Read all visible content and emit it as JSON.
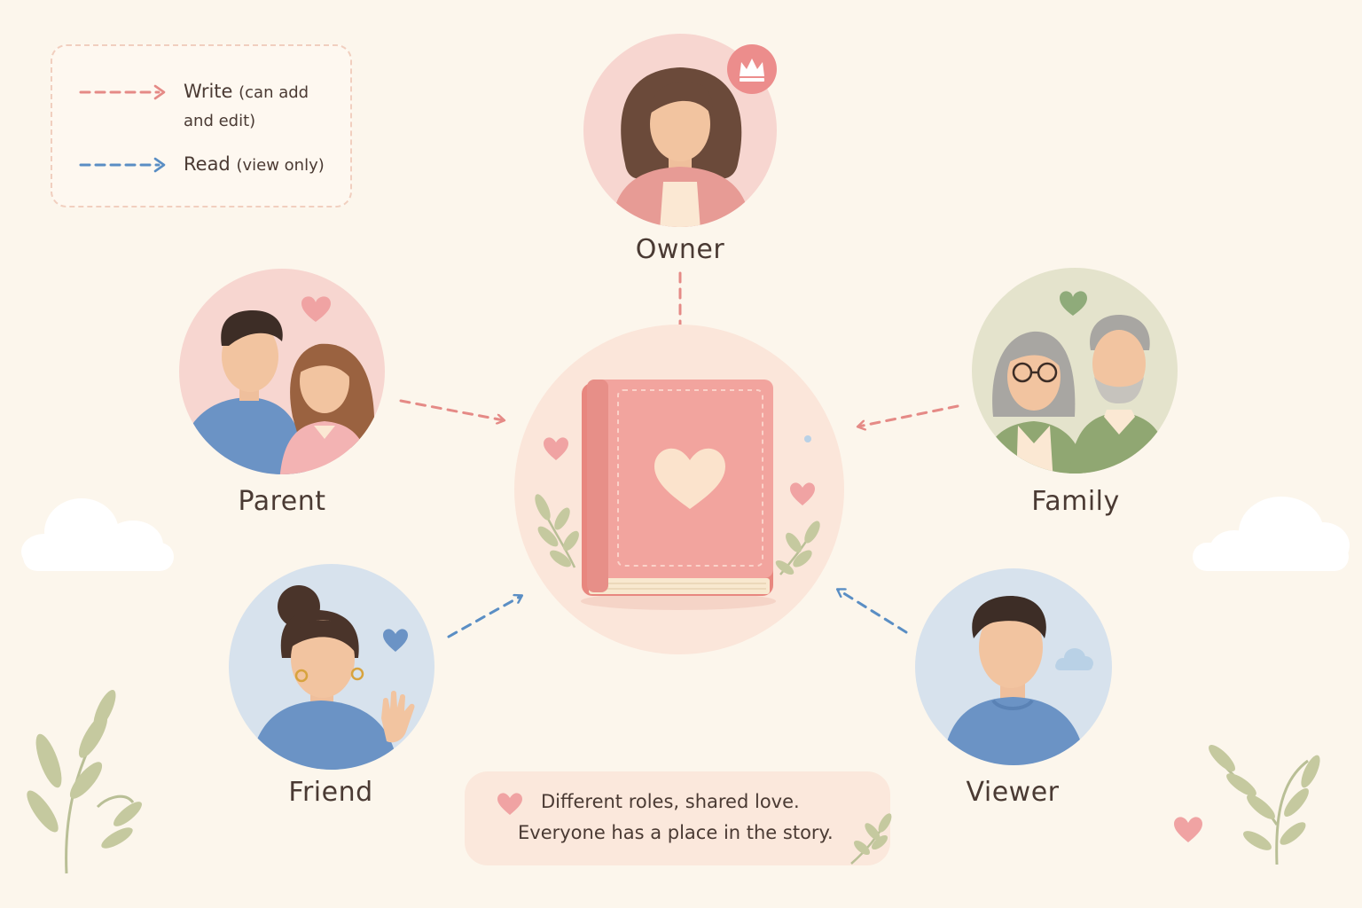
{
  "legend": {
    "write": {
      "label": "Write",
      "detail_line1": "(can add",
      "detail_line2": "and edit)",
      "color": "#e58a86"
    },
    "read": {
      "label": "Read",
      "detail": "(view only)",
      "color": "#5a8ec4"
    }
  },
  "roles": {
    "owner": {
      "label": "Owner",
      "access": "write"
    },
    "parent": {
      "label": "Parent",
      "access": "write"
    },
    "family": {
      "label": "Family",
      "access": "write"
    },
    "friend": {
      "label": "Friend",
      "access": "read"
    },
    "viewer": {
      "label": "Viewer",
      "access": "read"
    }
  },
  "center": {
    "icon": "heart-book-icon"
  },
  "note": {
    "line1": "Different roles, shared love.",
    "line2": "Everyone has a place in the story."
  },
  "colors": {
    "background": "#fcf6ec",
    "write_arrow": "#e58a86",
    "read_arrow": "#5a8ec4",
    "book": "#f2a49e",
    "text": "#4a3a33"
  }
}
